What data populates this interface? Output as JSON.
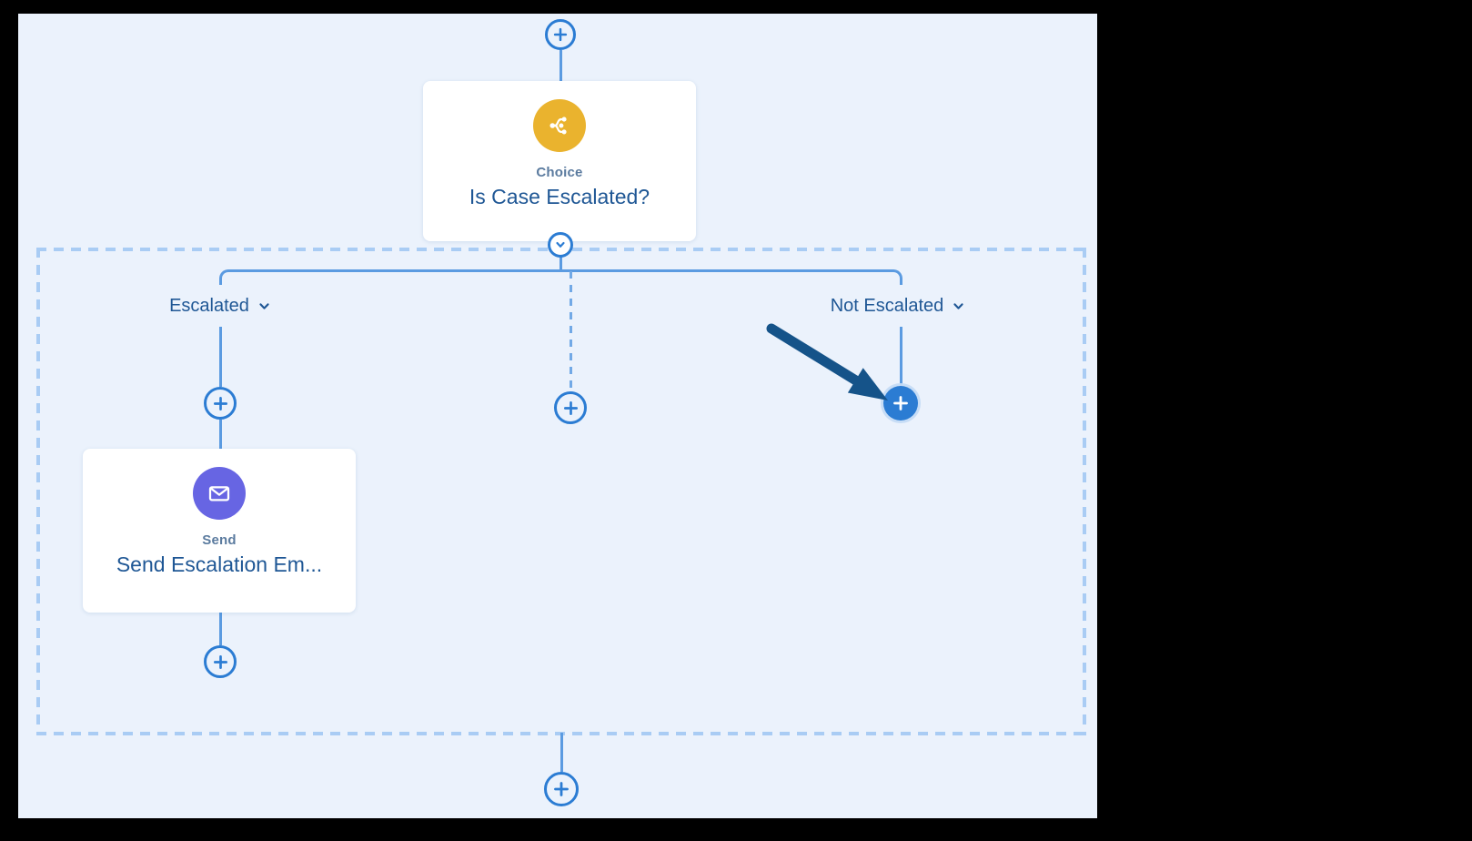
{
  "colors": {
    "outer_background": "#000000",
    "canvas_background": "#EBF2FC",
    "connector_line": "#5B9BE1",
    "connector_dashed": "#72A9E6",
    "add_button_outline": "#2B7CD3",
    "add_button_filled": "#2B7CD3",
    "branch_region_border": "#A9CCF4",
    "choice_icon_background": "#EAB32E",
    "send_icon_background": "#6765E3",
    "node_type_label_text": "#5B7B9F",
    "node_title_text": "#1F5795",
    "branch_label_text": "#1F5795",
    "annotation_arrow": "#155389"
  },
  "nodes": {
    "choice": {
      "type_label": "Choice",
      "title": "Is Case Escalated?",
      "icon": "choice-branch-icon"
    },
    "send": {
      "type_label": "Send",
      "title": "Send Escalation Em...",
      "icon": "email-envelope-icon"
    }
  },
  "branches": {
    "escalated": {
      "label": "Escalated",
      "dropdown_icon": "chevron-down-icon"
    },
    "not_escalated": {
      "label": "Not Escalated",
      "dropdown_icon": "chevron-down-icon"
    }
  }
}
